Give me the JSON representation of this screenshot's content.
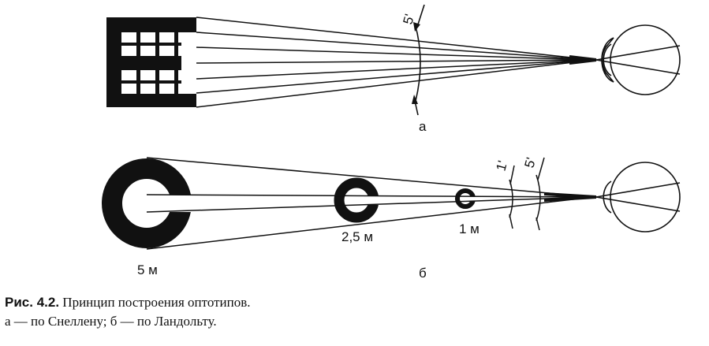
{
  "diagram": {
    "panel_a": {
      "angle_label": "5'",
      "panel_label": "а"
    },
    "panel_b": {
      "angle_label_1": "1'",
      "angle_label_5": "5'",
      "ring_labels": [
        "5 м",
        "2,5 м",
        "1 м"
      ],
      "panel_label": "б"
    }
  },
  "caption": {
    "figure_number": "Рис. 4.2.",
    "title": " Принцип построения оптотипов.",
    "subtitle": "а — по Снеллену; б — по Ландольту."
  },
  "colors": {
    "ink": "#111111",
    "paper": "#ffffff"
  }
}
